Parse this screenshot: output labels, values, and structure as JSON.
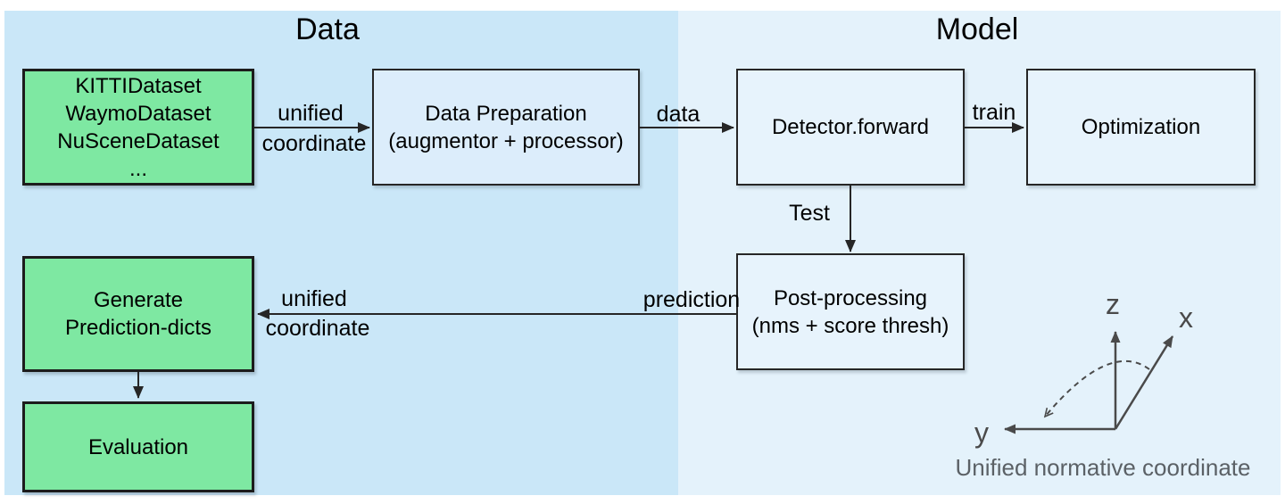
{
  "diagram": {
    "sections": {
      "data": {
        "title": "Data"
      },
      "model": {
        "title": "Model"
      }
    },
    "boxes": {
      "datasets": {
        "line1": "KITTIDataset",
        "line2": "WaymoDataset",
        "line3": "NuSceneDataset",
        "line4": "..."
      },
      "data_preparation": {
        "line1": "Data Preparation",
        "line2": "(augmentor + processor)"
      },
      "detector_forward": {
        "line1": "Detector.forward"
      },
      "optimization": {
        "line1": "Optimization"
      },
      "post_processing": {
        "line1": "Post-processing",
        "line2": "(nms + score thresh)"
      },
      "generate_prediction": {
        "line1": "Generate",
        "line2": "Prediction-dicts"
      },
      "evaluation": {
        "line1": "Evaluation"
      }
    },
    "edge_labels": {
      "unified_in_line1": "unified",
      "unified_in_line2": "coordinate",
      "data": "data",
      "train": "train",
      "test": "Test",
      "prediction": "prediction",
      "unified_out_line1": "unified",
      "unified_out_line2": "coordinate"
    },
    "axes": {
      "z": "z",
      "x": "x",
      "y": "y",
      "caption": "Unified normative coordinate"
    },
    "colors": {
      "left_panel_bg": "#cae7f8",
      "right_panel_bg": "#e4f2fb",
      "green_box_fill": "#7ee8a2",
      "blue_box_fill_left": "#dcedfb",
      "blue_box_fill_right": "#e7f3fc",
      "box_border": "#262626",
      "arrow": "#262626",
      "axes": "#4a4a4a",
      "caption": "#5b6166"
    }
  }
}
